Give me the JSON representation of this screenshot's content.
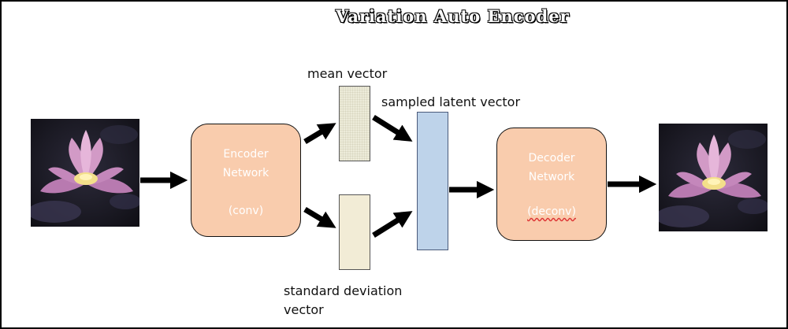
{
  "title": "Variation Auto Encoder",
  "labels": {
    "mean_vector": "mean vector",
    "sampled_latent_vector": "sampled latent vector",
    "std_line1": "standard deviation",
    "std_line2": "vector"
  },
  "encoder": {
    "line1": "Encoder",
    "line2": "Network",
    "line3": "(conv)"
  },
  "decoder": {
    "line1": "Decoder",
    "line2": "Network",
    "line3": "(deconv)"
  },
  "colors": {
    "network_box": "#f9ccad",
    "latent_vector": "#bed3ea",
    "mean_vector": "#ecebd9",
    "std_vector": "#f2ecd6"
  },
  "icons": {
    "input_image": "lotus-flower-image",
    "output_image": "lotus-flower-image"
  }
}
